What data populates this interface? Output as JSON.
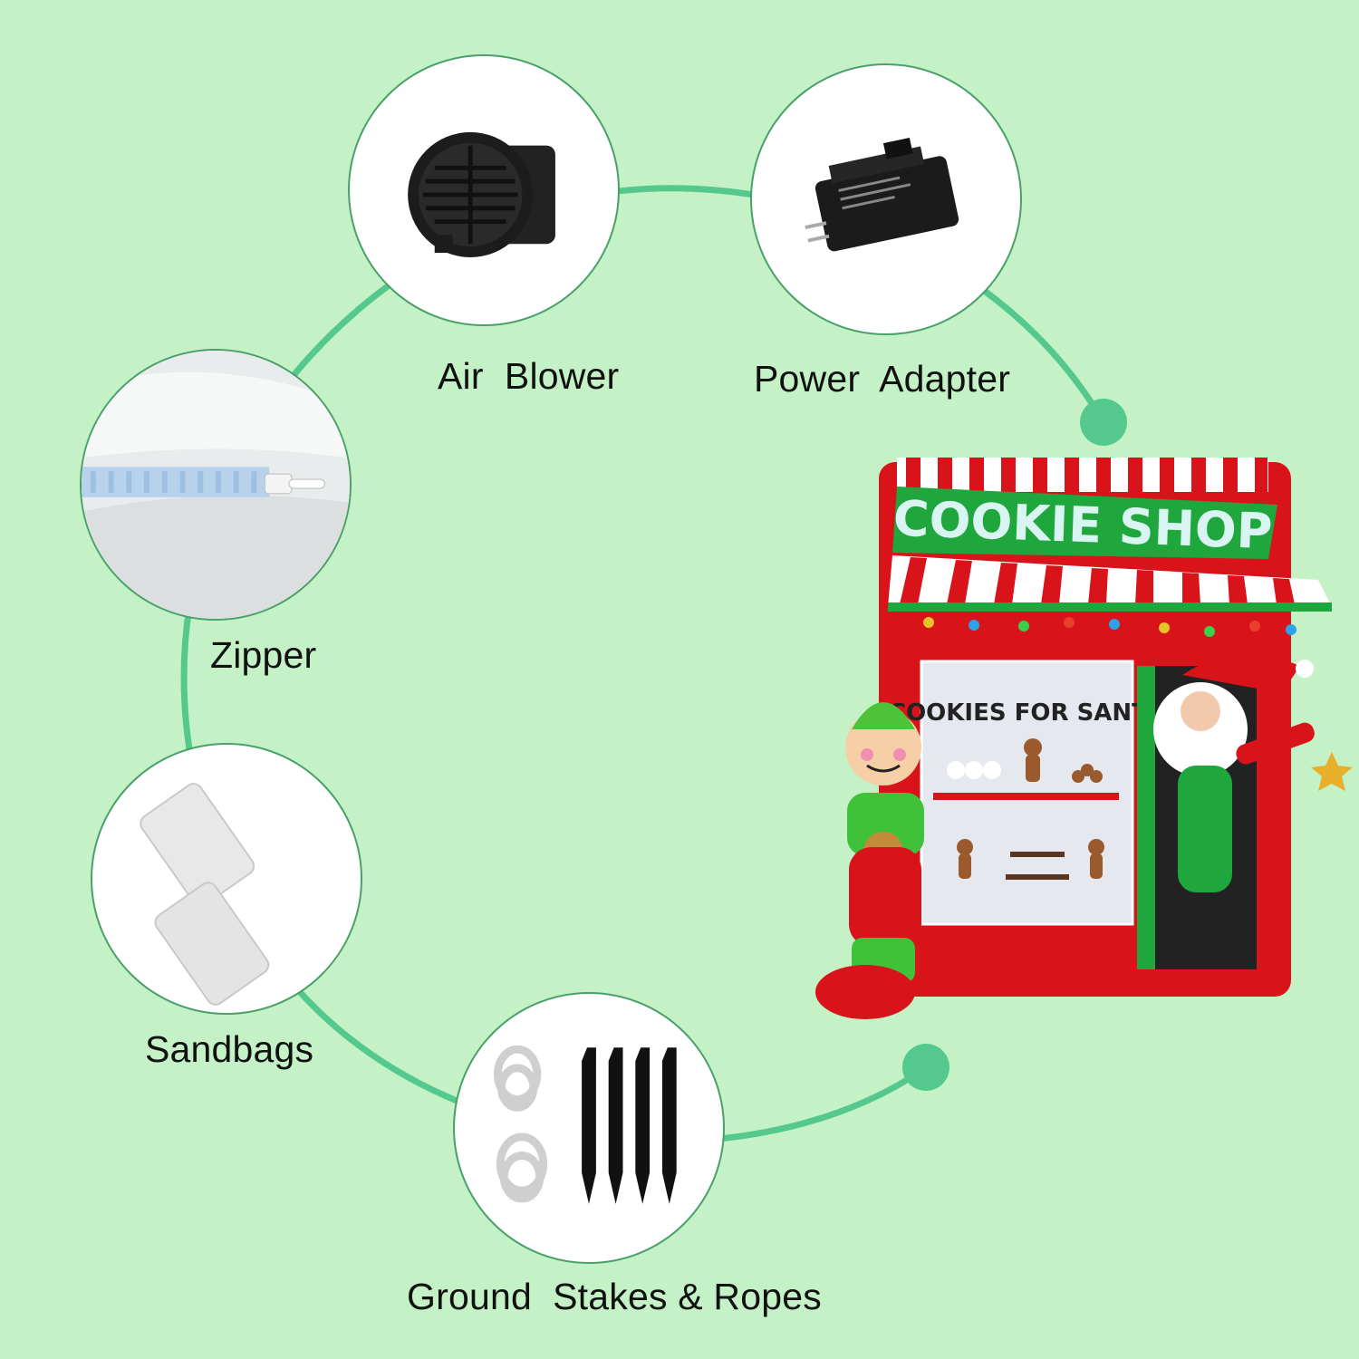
{
  "items": {
    "air_blower": {
      "label": "Air  Blower"
    },
    "power_adapter": {
      "label": "Power  Adapter"
    },
    "zipper": {
      "label": "Zipper"
    },
    "sandbags": {
      "label": "Sandbags"
    },
    "stakes_ropes": {
      "label": "Ground  Stakes & Ropes"
    }
  },
  "product": {
    "sign": "COOKIE SHOP",
    "window_sign": "COOKIES FOR SANTA"
  },
  "colors": {
    "background": "#c4f2c6",
    "connector": "#55c98d",
    "shop_red": "#d8141a",
    "awning_green": "#1fa63d"
  }
}
